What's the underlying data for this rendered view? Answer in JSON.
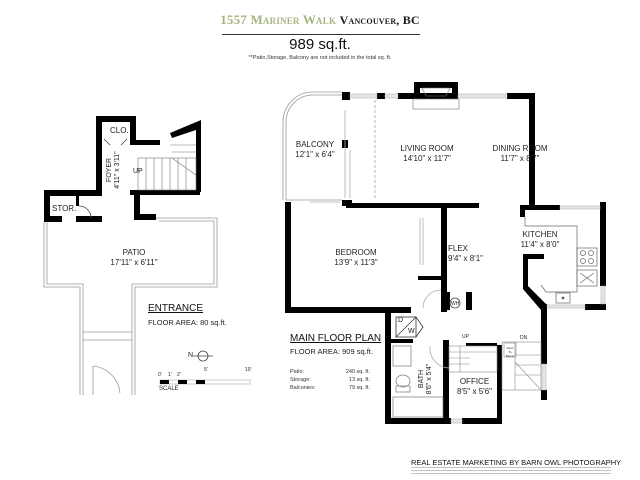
{
  "header": {
    "address": "1557 Mariner Walk",
    "city": "Vancouver, BC",
    "total_area": "989 sq.ft.",
    "note": "**Patio,Storage, Balcony are not included in the total sq. ft."
  },
  "colors": {
    "address_accent": "#a6b57e",
    "wall": "#000000",
    "background": "#ffffff"
  },
  "entrance_plan": {
    "heading": "ENTRANCE",
    "floor_area": "FLOOR AREA:  80 sq.ft.",
    "rooms": [
      {
        "name": "CLO.",
        "dims": ""
      },
      {
        "name": "FOYER",
        "dims": "4'11\" x 3'11\""
      },
      {
        "name": "STOR.",
        "dims": ""
      },
      {
        "name": "PATIO",
        "dims": "17'11\" x 6'11\""
      }
    ],
    "stair_label": "UP"
  },
  "main_plan": {
    "heading": "MAIN FLOOR PLAN",
    "floor_area": "FLOOR AREA:  909 sq.ft.",
    "rooms": [
      {
        "name": "BALCONY",
        "dims": "12'1\" x 6'4\""
      },
      {
        "name": "LIVING ROOM",
        "dims": "14'10\" x 11'7\""
      },
      {
        "name": "DINING ROOM",
        "dims": "11'7\" x 8'7\""
      },
      {
        "name": "KITCHEN",
        "dims": "11'4\" x 8'0\""
      },
      {
        "name": "BEDROOM",
        "dims": "13'9\" x 11'3\""
      },
      {
        "name": "FLEX",
        "dims": "9'4\" x 8'1\""
      },
      {
        "name": "BATH",
        "dims": "8'6\" x 5'4\""
      },
      {
        "name": "OFFICE",
        "dims": "8'5\" x 5'6\""
      }
    ],
    "fixtures": {
      "water_heater": "WH",
      "washer_dryer_d": "D",
      "washer_dryer_w": "W",
      "stair_up": "UP",
      "stair_down": "DN",
      "stair_note": "Open To Below"
    },
    "extra_areas": [
      {
        "label": "Patio:",
        "value": "240 sq. ft."
      },
      {
        "label": "Storage:",
        "value": "13 sq. ft."
      },
      {
        "label": "Balconies:",
        "value": "79 sq. ft."
      }
    ]
  },
  "scale": {
    "label": "SCALE",
    "ticks": [
      "0'",
      "1'",
      "2'",
      "5'",
      "10'"
    ],
    "north": "N"
  },
  "footer": {
    "credit": "REAL ESTATE MARKETING BY BARN OWL PHOTOGRAPHY"
  }
}
